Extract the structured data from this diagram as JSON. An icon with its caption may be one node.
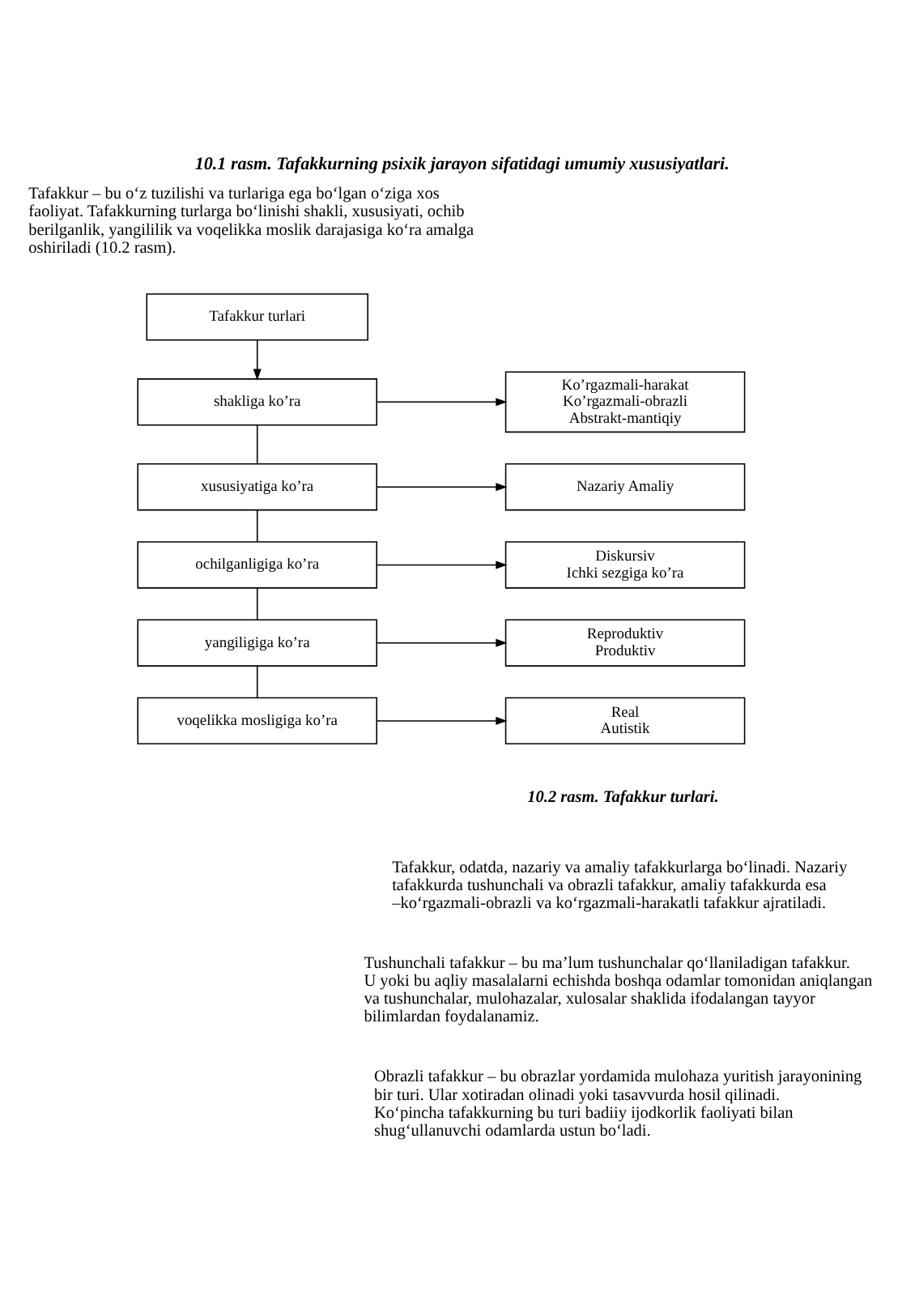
{
  "diagram": {
    "title": "10.1 rasm. Tafakkurning psixik jarayon sifatidagi umumiy xususiyatlari.",
    "caption": "10.2 rasm. Tafakkur turlari.",
    "nodes": [
      {
        "text": [
          "Tafakkur turlari"
        ]
      },
      {
        "text": [
          "shakliga ko’ra"
        ]
      },
      {
        "text": [
          "xususiyatiga ko’ra"
        ]
      },
      {
        "text": [
          "ochilganligiga ko’ra"
        ]
      },
      {
        "text": [
          "yangiligiga ko’ra"
        ]
      },
      {
        "text": [
          "voqelikka mosligiga ko’ra"
        ]
      },
      {
        "text": [
          "Ko’rgazmali-harakat",
          "Ko’rgazmali-obrazli",
          "Abstrakt-mantiqiy"
        ]
      },
      {
        "text": [
          "Nazariy Amaliy"
        ]
      },
      {
        "text": [
          "Diskursiv",
          "Ichki sezgiga ko’ra"
        ]
      },
      {
        "text": [
          "Reproduktiv",
          "Produktiv"
        ]
      },
      {
        "text": [
          "Real",
          "Autistik"
        ]
      }
    ],
    "edges": [
      {
        "from": 0,
        "to": 1,
        "arrow": "to"
      },
      {
        "from": 1,
        "to": 2,
        "arrow": "none"
      },
      {
        "from": 2,
        "to": 3,
        "arrow": "none"
      },
      {
        "from": 3,
        "to": 4,
        "arrow": "none"
      },
      {
        "from": 4,
        "to": 5,
        "arrow": "none"
      },
      {
        "from": 1,
        "to": 6,
        "arrow": "to"
      },
      {
        "from": 2,
        "to": 7,
        "arrow": "to"
      },
      {
        "from": 3,
        "to": 8,
        "arrow": "to"
      },
      {
        "from": 4,
        "to": 9,
        "arrow": "to"
      },
      {
        "from": 5,
        "to": 10,
        "arrow": "to"
      }
    ],
    "labels": [
      "Tafakkur – bu o‘z tuzilishi va turlariga ega bo‘lgan o‘ziga xos faoliyat. Tafakkurning turlarga bo‘linishi shakli, xususiyati, ochib berilganlik, yangililik va voqelikka moslik darajasiga ko‘ra amalga oshiriladi (10.2 rasm).",
      "Tafakkur, odatda, nazariy va amaliy tafakkurlarga bo‘linadi. Nazariy tafakkurda tushunchali va obrazli tafakkur, amaliy tafakkurda esa –ko‘rgazmali-obrazli va ko‘rgazmali-harakatli tafakkur ajratiladi.",
      "Tushunchali tafakkur – bu ma’lum tushunchalar qo‘llaniladigan tafakkur. U yoki bu aqliy masalalarni echishda boshqa odamlar tomonidan aniqlangan va tushunchalar, mulohazalar, xulosalar shaklida ifodalangan tayyor bilimlardan foydalanamiz.",
      "Obrazli tafakkur – bu obrazlar yordamida mulohaza yuritish jarayonining bir turi. Ular xotiradan olinadi yoki tasavvurda hosil qilinadi. Ko‘pincha tafakkurning bu turi badiiy ijodkorlik faoliyati bilan shug‘ullanuvchi odamlarda ustun bo‘ladi."
    ]
  }
}
